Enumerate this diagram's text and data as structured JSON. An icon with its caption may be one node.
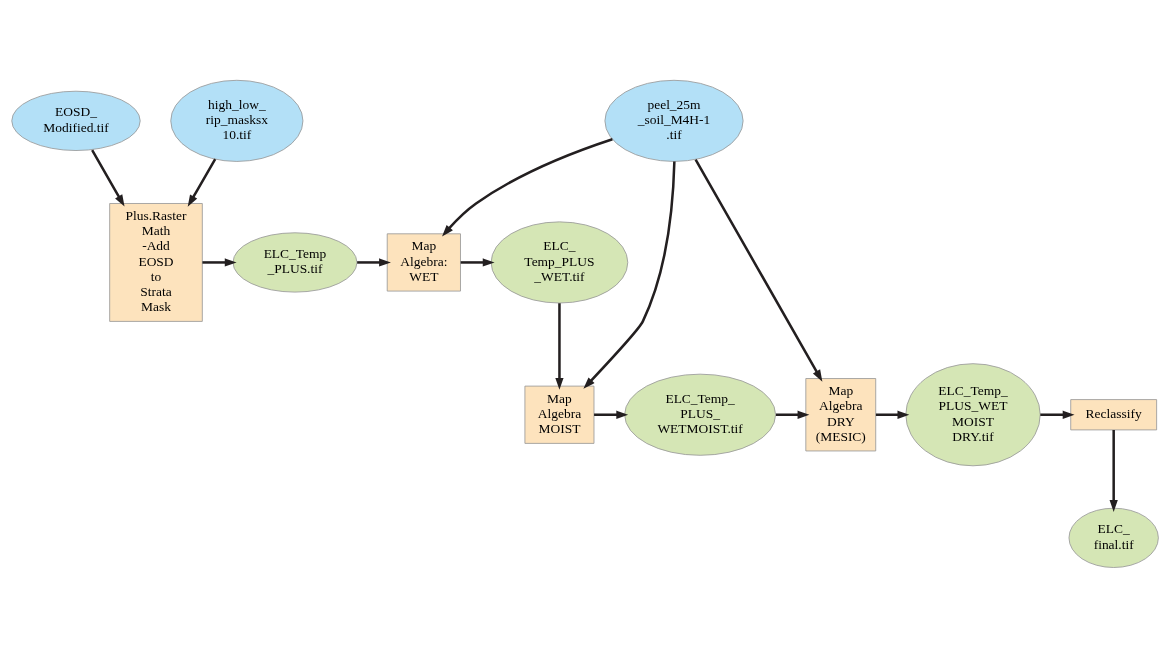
{
  "diagram": {
    "nodes": [
      {
        "text": [
          "EOSD_ Modified.tif"
        ]
      },
      {
        "text": [
          "high_low_ rip_masksx 10.tif"
        ]
      },
      {
        "text": [
          "Plus.Raster Math -Add EOSD to Strata Mask"
        ]
      },
      {
        "text": [
          "ELC_Temp _PLUS.tif"
        ]
      },
      {
        "text": [
          "Map Algebra: WET"
        ]
      },
      {
        "text": [
          "ELC_ Temp_PLUS _WET.tif"
        ]
      },
      {
        "text": [
          "peel_25m _soil_M4H-1 .tif"
        ]
      },
      {
        "text": [
          "Reclassify"
        ]
      },
      {
        "text": [
          "ELC_Temp_ PLUS_WET MOIST DRY.tif"
        ]
      },
      {
        "text": [
          "Map Algebra DRY (MESIC)"
        ]
      },
      {
        "text": [
          "ELC_Temp_ PLUS_ WETMOIST.tif"
        ]
      },
      {
        "text": [
          "Map Algebra MOIST"
        ]
      },
      {
        "text": [
          "ELC_ final.tif"
        ]
      }
    ],
    "edges": [
      {
        "from": 0,
        "to": 2,
        "arrow": "to"
      },
      {
        "from": 1,
        "to": 2,
        "arrow": "to"
      },
      {
        "from": 2,
        "to": 3,
        "arrow": "to"
      },
      {
        "from": 3,
        "to": 4,
        "arrow": "to"
      },
      {
        "from": 4,
        "to": 5,
        "arrow": "to"
      },
      {
        "from": 6,
        "to": 4,
        "arrow": "to"
      },
      {
        "from": 6,
        "to": 9,
        "arrow": "to"
      },
      {
        "from": 6,
        "to": 11,
        "arrow": "to"
      },
      {
        "from": 5,
        "to": 11,
        "arrow": "to"
      },
      {
        "from": 11,
        "to": 10,
        "arrow": "to"
      },
      {
        "from": 10,
        "to": 9,
        "arrow": "to"
      },
      {
        "from": 9,
        "to": 8,
        "arrow": "to"
      },
      {
        "from": 8,
        "to": 7,
        "arrow": "to"
      },
      {
        "from": 7,
        "to": 12,
        "arrow": "to"
      }
    ]
  }
}
